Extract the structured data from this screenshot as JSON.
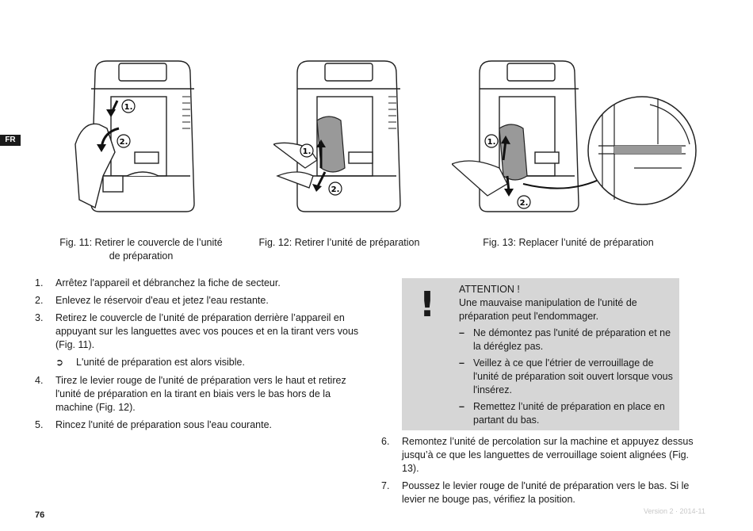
{
  "language_tab": "FR",
  "figures": [
    {
      "caption_line1": "Fig. 11: Retirer le couvercle de l’unité",
      "caption_line2": "de préparation",
      "label_1": "1.",
      "label_2": "2."
    },
    {
      "caption_line1": "Fig. 12: Retirer l’unité de préparation",
      "caption_line2": "",
      "label_1": "1.",
      "label_2": "2."
    },
    {
      "caption_line1": "Fig. 13: Replacer l’unité de préparation",
      "caption_line2": "",
      "label_1": "1.",
      "label_2": "2."
    }
  ],
  "left_steps": [
    {
      "num": "1.",
      "text": "Arrêtez l'appareil et débranchez la fiche de secteur."
    },
    {
      "num": "2.",
      "text": "Enlevez le réservoir d'eau et jetez l'eau restante."
    },
    {
      "num": "3.",
      "text": "Retirez le couvercle de l’unité de préparation derrière l’appareil en appuyant sur les languettes avec vos pouces et en la tirant vers vous (Fig. 11)."
    },
    {
      "num": "4.",
      "text": "Tirez le levier rouge de l'unité de préparation vers le haut et retirez l'unité de préparation en la tirant en biais vers le bas hors de la machine (Fig. 12)."
    },
    {
      "num": "5.",
      "text": "Rincez l'unité de préparation sous l'eau courante."
    }
  ],
  "result_arrow": "➲",
  "result_text": "L'unité de préparation est alors visible.",
  "attention": {
    "icon": "!",
    "heading": "ATTENTION !",
    "intro": "Une mauvaise manipulation de l'unité de préparation peut l'endommager.",
    "dash": "–",
    "items": [
      "Ne démontez pas l'unité de préparation et ne la déréglez pas.",
      "Veillez à ce que l'étrier de verrouillage de l'unité de préparation soit ouvert lorsque vous l'insérez.",
      "Remettez l’unité de préparation en place en partant du bas."
    ]
  },
  "right_steps": [
    {
      "num": "6.",
      "text": "Remontez l’unité de percolation sur la machine et appuyez dessus jusqu’à ce que les languettes de verrouillage soient alignées (Fig. 13)."
    },
    {
      "num": "7.",
      "text": "Poussez le levier rouge de l'unité de préparation vers le bas. Si le levier ne bouge pas, vérifiez la position."
    }
  ],
  "page_number": "76",
  "version": "Version 2 · 2014-11"
}
